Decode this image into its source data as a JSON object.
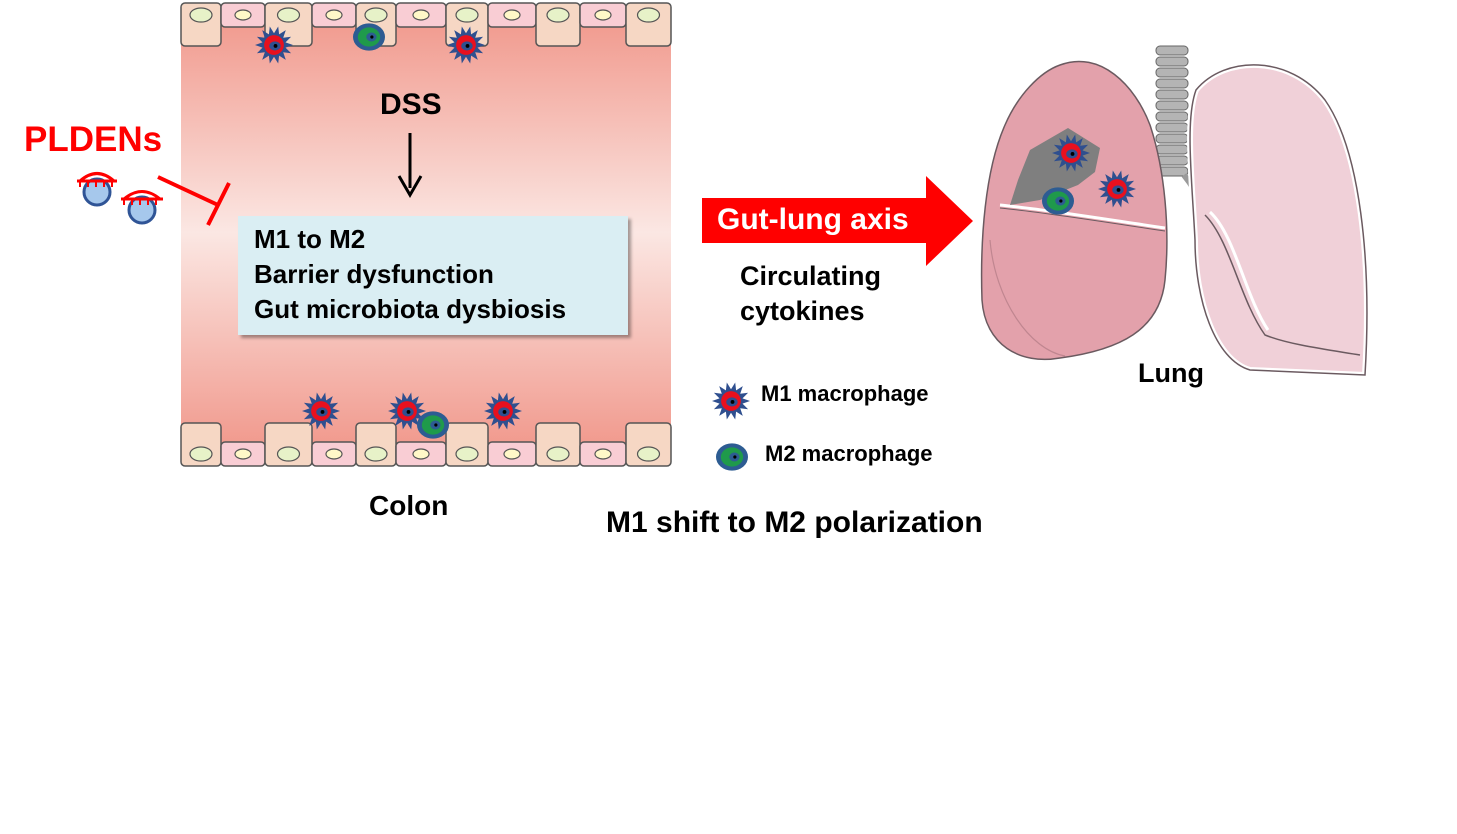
{
  "labels": {
    "pldens": "PLDENs",
    "dss": "DSS",
    "box_lines": [
      "M1 to M2",
      "Barrier dysfunction",
      "Gut microbiota dysbiosis"
    ],
    "gut_lung_axis": "Gut-lung axis",
    "circulating": "Circulating",
    "cytokines": "cytokines",
    "lung": "Lung",
    "colon": "Colon",
    "m1_legend": "M1 macrophage",
    "m2_legend": "M2 macrophage",
    "caption": "M1 shift to M2 polarization"
  },
  "icons": {
    "m1": "m1-macrophage-icon",
    "m2": "m2-macrophage-icon",
    "pldens": "pldens-nanoparticle-icon",
    "inhibit": "inhibition-arrow-icon"
  },
  "colors": {
    "pldens_red": "#ff0000",
    "arrow_red": "#ff0000",
    "box_fill": "#daeef3",
    "colon_edge": "#f19a8e",
    "colon_center": "#fbe7e3",
    "m1_spike": "#2f4f8f",
    "m1_body": "#e8101e",
    "m2_outer": "#2d5c92",
    "m2_inner": "#1f9a4b",
    "lung_left": "#e8a8b2",
    "lung_right": "#f0d0d8",
    "trachea": "#b4b4b4"
  }
}
